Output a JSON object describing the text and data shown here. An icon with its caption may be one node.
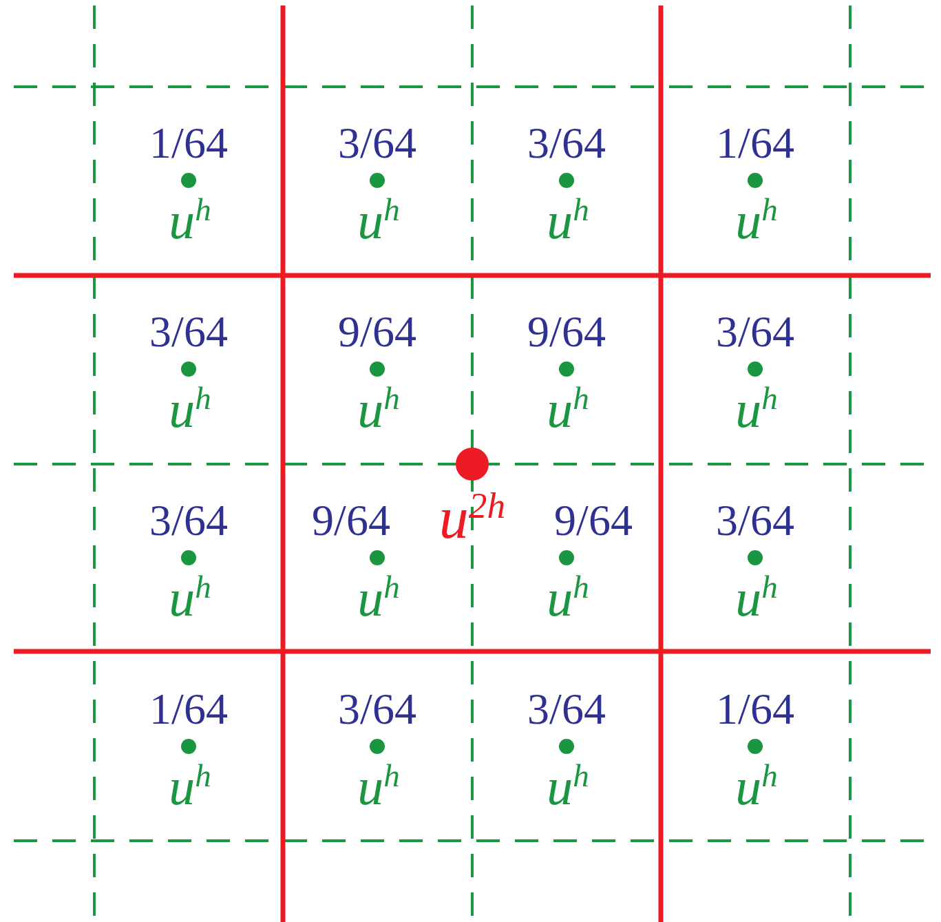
{
  "diagram": {
    "labels": [
      "1/64",
      "3/64",
      "3/64",
      "1/64",
      "u$^{h}$",
      "u$^{h}$",
      "u$^{h}$",
      "u$^{h}$",
      "3/64",
      "9/64",
      "9/64",
      "3/64",
      "u$^{h}$",
      "u$^{h}$",
      "u$^{h}$",
      "u$^{h}$",
      "3/64",
      "9/64",
      "u$^{2h}$",
      "9/64",
      "3/64",
      "u$^{h}$",
      "u$^{h}$",
      "u$^{h}$",
      "u$^{h}$",
      "1/64",
      "3/64",
      "3/64",
      "1/64",
      "u$^{h}$",
      "u$^{h}$",
      "u$^{h}$",
      "u$^{h}$"
    ]
  }
}
